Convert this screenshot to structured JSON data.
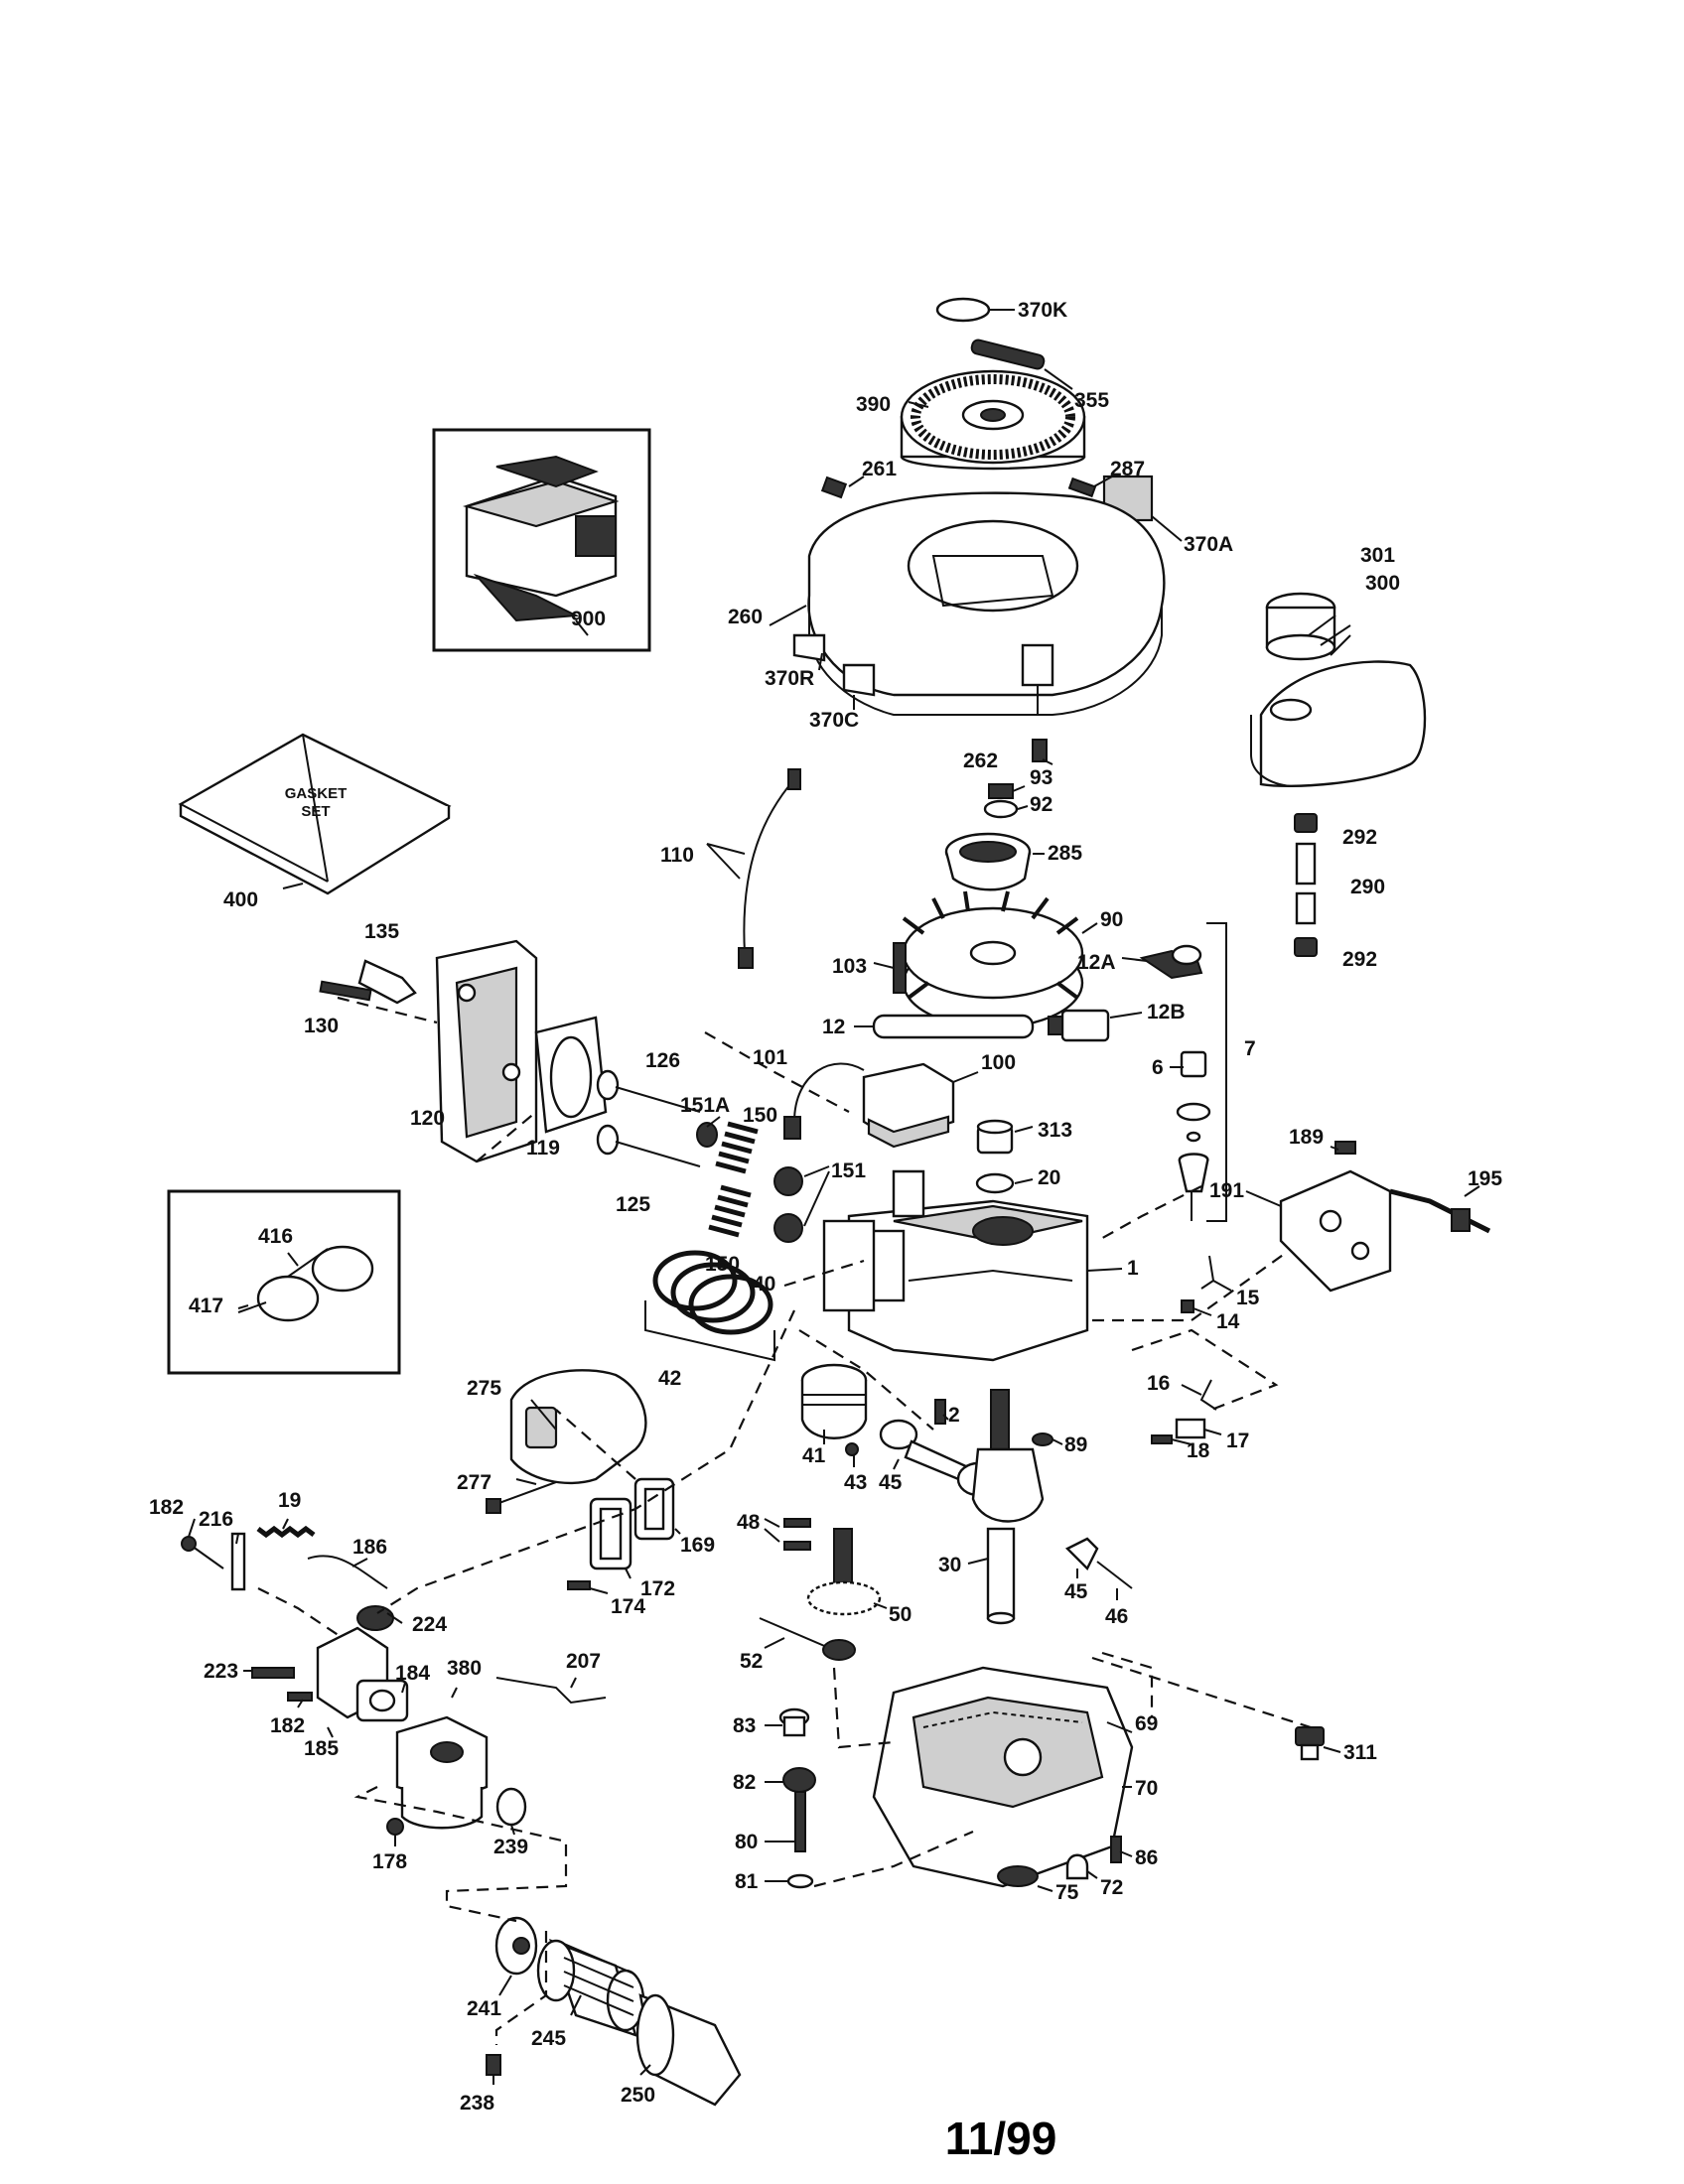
{
  "page": {
    "date_code": "11/99"
  },
  "labels": {
    "l1": "1",
    "l2": "2",
    "l6": "6",
    "l7": "7",
    "l12": "12",
    "l12a": "12A",
    "l12b": "12B",
    "l14": "14",
    "l15": "15",
    "l16": "16",
    "l17": "17",
    "l18": "18",
    "l19": "19",
    "l20": "20",
    "l30": "30",
    "l40": "40",
    "l41": "41",
    "l42": "42",
    "l43": "43",
    "l45a": "45",
    "l45b": "45",
    "l46": "46",
    "l48": "48",
    "l50": "50",
    "l52": "52",
    "l69": "69",
    "l70": "70",
    "l72": "72",
    "l75": "75",
    "l80": "80",
    "l81": "81",
    "l82": "82",
    "l83": "83",
    "l86": "86",
    "l89": "89",
    "l90": "90",
    "l92": "92",
    "l93": "93",
    "l100": "100",
    "l101": "101",
    "l103": "103",
    "l110": "110",
    "l119": "119",
    "l120": "120",
    "l125": "125",
    "l126": "126",
    "l130": "130",
    "l135": "135",
    "l150a": "150",
    "l150b": "150",
    "l151": "151",
    "l151a": "151A",
    "l169": "169",
    "l172": "172",
    "l174": "174",
    "l178": "178",
    "l182a": "182",
    "l182b": "182",
    "l184": "184",
    "l185": "185",
    "l186": "186",
    "l189": "189",
    "l191": "191",
    "l195": "195",
    "l207": "207",
    "l216": "216",
    "l223": "223",
    "l224": "224",
    "l238": "238",
    "l239": "239",
    "l241": "241",
    "l245": "245",
    "l250": "250",
    "l260": "260",
    "l261": "261",
    "l262": "262",
    "l275": "275",
    "l277": "277",
    "l285": "285",
    "l287": "287",
    "l290": "290",
    "l292a": "292",
    "l292b": "292",
    "l300": "300",
    "l301": "301",
    "l311": "311",
    "l313": "313",
    "l355": "355",
    "l370a": "370A",
    "l370c": "370C",
    "l370k": "370K",
    "l370r": "370R",
    "l380": "380",
    "l390": "390",
    "l400": "400",
    "l416": "416",
    "l417": "417",
    "l900": "900"
  },
  "gasket_set": {
    "line1": "GASKET",
    "line2": "SET"
  }
}
